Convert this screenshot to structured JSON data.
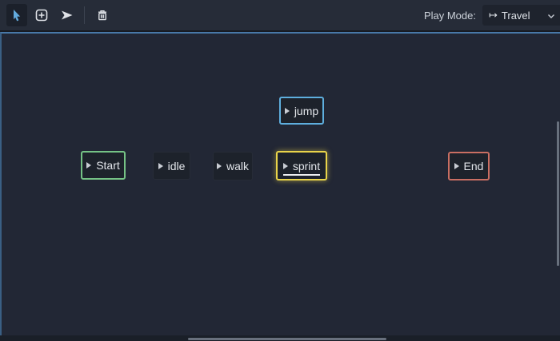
{
  "toolbar": {
    "tools": [
      {
        "name": "select",
        "icon": "cursor-icon",
        "active": true
      },
      {
        "name": "create-node",
        "icon": "add-node-icon",
        "active": false
      },
      {
        "name": "connect-node",
        "icon": "connect-arrow-icon",
        "active": false
      },
      {
        "name": "delete",
        "icon": "trash-icon",
        "active": false
      }
    ],
    "play_mode_label": "Play Mode:",
    "play_mode": {
      "value": "Travel",
      "icon": "travel-icon",
      "travel_glyph": "↦"
    }
  },
  "canvas": {
    "background_color": "#222735",
    "focus_border_color": "#4878a8",
    "nodes": [
      {
        "label": "Start",
        "state": "start",
        "border_color": "#75c285"
      },
      {
        "label": "idle",
        "state": "default",
        "border_color": null
      },
      {
        "label": "walk",
        "state": "default",
        "border_color": null
      },
      {
        "label": "sprint",
        "state": "playing",
        "border_color": "#e9d44a",
        "progress_underline": true
      },
      {
        "label": "jump",
        "state": "selected",
        "border_color": "#5eaede"
      },
      {
        "label": "End",
        "state": "end",
        "border_color": "#c96e62"
      }
    ]
  },
  "scrollbars": {
    "vertical_thumb": true,
    "horizontal_thumb": true
  }
}
